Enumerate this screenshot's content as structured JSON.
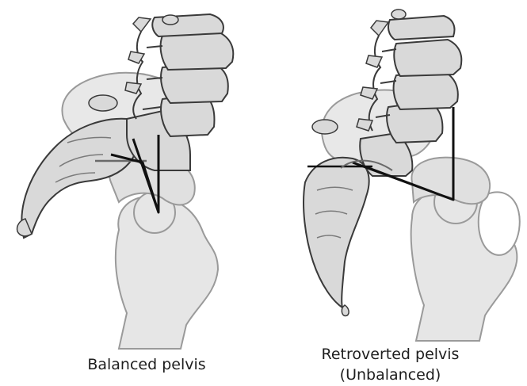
{
  "captions": {
    "left": "Balanced pelvis",
    "right_line1": "Retroverted pelvis",
    "right_line2": "(Unbalanced)"
  },
  "colors": {
    "bone_fill": "#d9d9d9",
    "bone_light": "#e8e8e8",
    "bone_stroke": "#3a3a3a",
    "femur_fill": "#e6e6e6",
    "femur_stroke": "#9a9a9a",
    "line": "#111111",
    "line_grey": "#6a6a6a"
  }
}
